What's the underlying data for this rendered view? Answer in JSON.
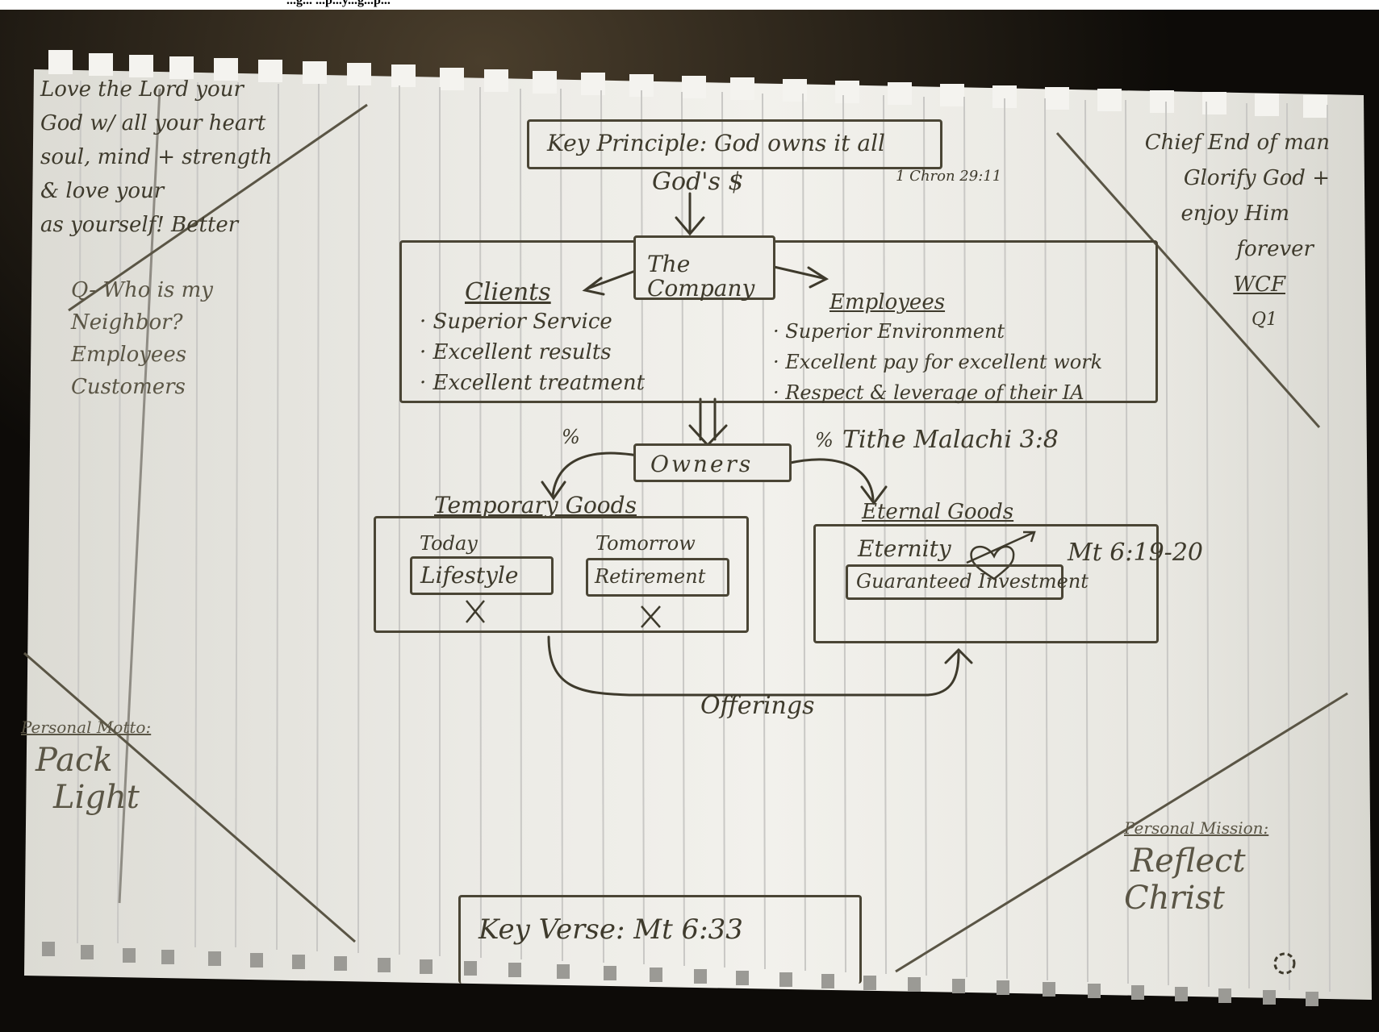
{
  "caption": "...g... ...p...y...g...p...",
  "top_box": {
    "text": "Key Principle: God owns it all",
    "ref": "1 Chron 29:11"
  },
  "gods_money": "God's $",
  "company": {
    "label": "The Company",
    "clients": {
      "title": "Clients",
      "items": [
        "· Superior Service",
        "· Excellent results",
        "· Excellent treatment"
      ]
    },
    "employees": {
      "title": "Employees",
      "items": [
        "· Superior Environment",
        "· Excellent pay for excellent work",
        "· Respect & leverage of their IA"
      ]
    }
  },
  "owners": {
    "label": "Owners",
    "left_pct": "%",
    "right_pct": "%",
    "tithe": "Tithe Malachi 3:8"
  },
  "temporary_goods": {
    "title": "Temporary Goods",
    "today_label": "Today",
    "today_box": "Lifestyle",
    "tomorrow_label": "Tomorrow",
    "tomorrow_box": "Retirement"
  },
  "eternal_goods": {
    "title": "Eternal Goods",
    "eternity": "Eternity",
    "box": "Guaranteed Investment",
    "ref": "Mt 6:19-20"
  },
  "offerings": "Offerings",
  "corner_top_left": {
    "lines": [
      "Love the Lord your",
      "God w/ all your heart",
      "soul, mind + strength",
      "& love your",
      "as yourself! Better"
    ]
  },
  "left_question": {
    "lines": [
      "Q- Who is my",
      "Neighbor?",
      "Employees",
      "Customers"
    ]
  },
  "corner_top_right": {
    "lines": [
      "Chief End of man",
      "Glorify God +",
      "enjoy Him",
      "forever",
      "WCF",
      "Q1"
    ]
  },
  "corner_bottom_left": {
    "title": "Personal Motto:",
    "lines": [
      "Pack",
      "Light"
    ]
  },
  "corner_bottom_right": {
    "title": "Personal Mission:",
    "lines": [
      "Reflect",
      "Christ"
    ]
  },
  "bottom_box": {
    "text": "Key Verse: Mt 6:33"
  },
  "colors": {
    "paper": "#e9e8e2",
    "ink": "#3e3a2c",
    "pencil": "#5a5545",
    "lines": "#c8c6c4",
    "background": "#0d0b08"
  }
}
